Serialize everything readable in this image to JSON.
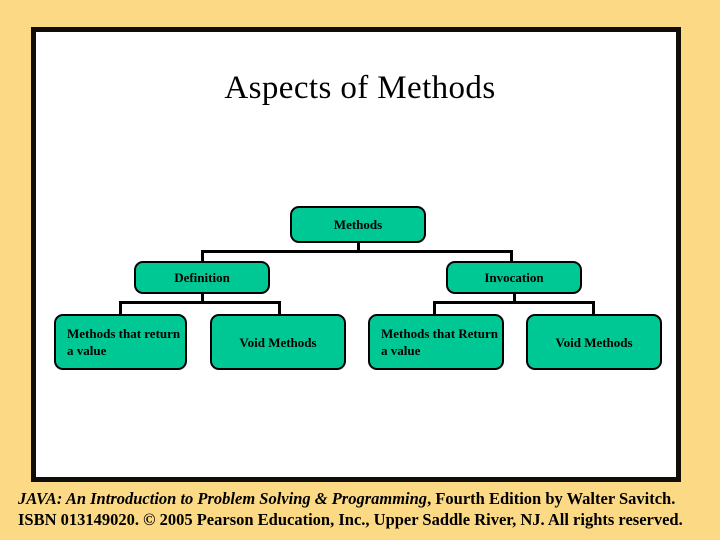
{
  "slide": {
    "title": "Aspects of Methods",
    "background_color": "#fcd984",
    "frame_color": "#120d07",
    "node_fill_color": "#00c894"
  },
  "diagram": {
    "type": "tree",
    "root": {
      "label": "Methods"
    },
    "level1": [
      {
        "label": "Definition"
      },
      {
        "label": "Invocation"
      }
    ],
    "level2": [
      {
        "label": "Methods that return a value",
        "align": "left"
      },
      {
        "label": "Void Methods",
        "align": "center"
      },
      {
        "label": "Methods that Return a value",
        "align": "left"
      },
      {
        "label": "Void Methods",
        "align": "center"
      }
    ]
  },
  "footer": {
    "book_title": "JAVA: An Introduction to Problem Solving & Programming",
    "line1_rest": ", Fourth Edition by Walter Savitch.",
    "line2": "ISBN 013149020. © 2005 Pearson Education, Inc., Upper Saddle River, NJ. All rights reserved."
  }
}
